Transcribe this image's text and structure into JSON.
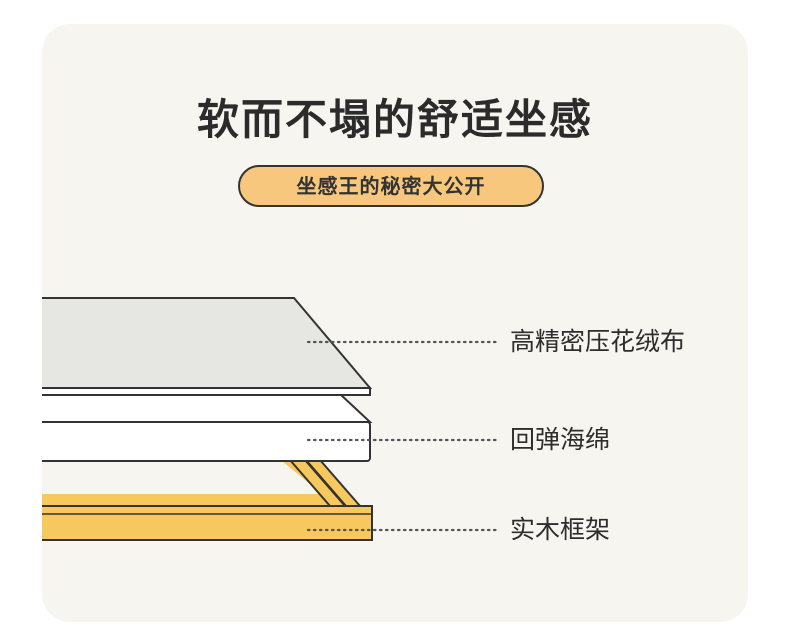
{
  "title": "软而不塌的舒适坐感",
  "badge": "坐感王的秘密大公开",
  "layers": [
    {
      "label": "高精密压花绒布"
    },
    {
      "label": "回弹海绵"
    },
    {
      "label": "实木框架"
    }
  ],
  "colors": {
    "card_background": "#f7f5f0",
    "badge_fill": "#f6c77d",
    "fabric_fill": "#e6e6e3",
    "sponge_fill": "#ffffff",
    "frame_fill": "#f7c85e",
    "outline": "#333333"
  }
}
